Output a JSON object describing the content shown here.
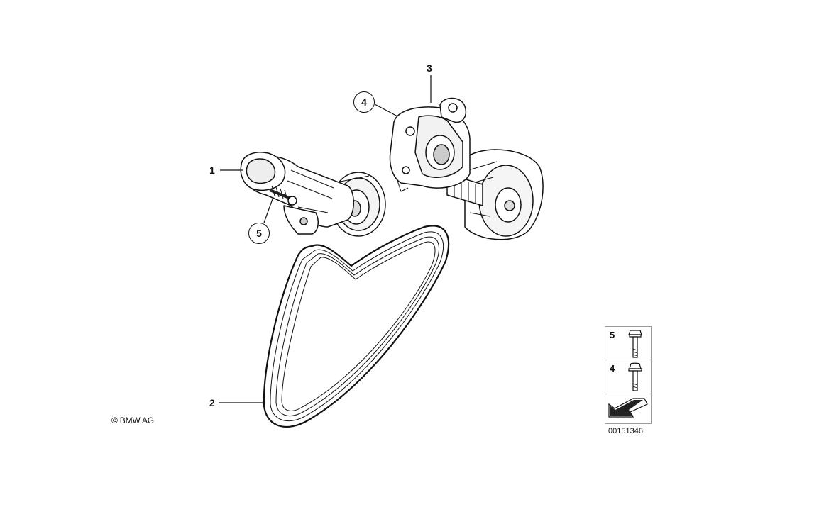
{
  "callouts": {
    "c1": "1",
    "c2": "2",
    "c3": "3",
    "c4": "4",
    "c5": "5"
  },
  "copyright": "© BMW AG",
  "legend": {
    "items": [
      {
        "number": "5",
        "icon": "hex-flange-bolt-icon"
      },
      {
        "number": "4",
        "icon": "hex-flange-bolt-icon"
      }
    ],
    "nav_icon": "arrow-icon"
  },
  "diagram_number": "00151346"
}
